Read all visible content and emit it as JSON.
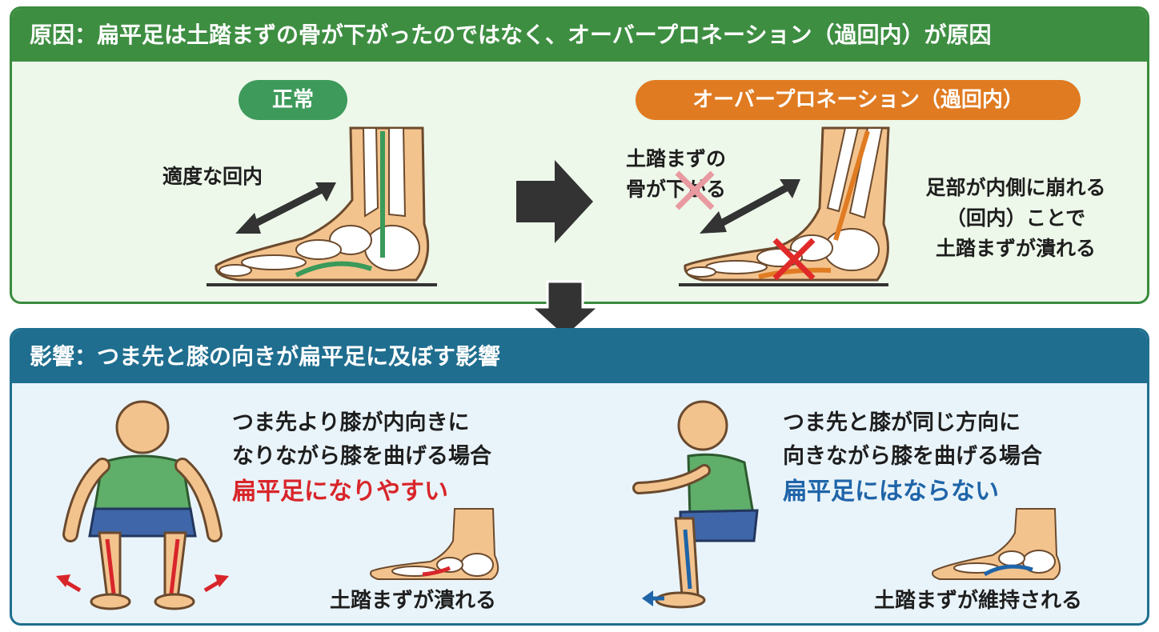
{
  "cause": {
    "header": "原因：扁平足は土踏まずの骨が下がったのではなく、オーバープロネーション（過回内）が原因",
    "normal": {
      "pill": "正常",
      "label": "適度な回内"
    },
    "over": {
      "pill": "オーバープロネーション（過回内）",
      "label_lines": [
        "土踏まずの",
        "骨が下がる"
      ],
      "side_lines": [
        "足部が内側に崩れる",
        "（回内）ことで",
        "土踏まずが潰れる"
      ]
    }
  },
  "effect": {
    "header": "影響：つま先と膝の向きが扁平足に及ぼす影響",
    "left": {
      "desc_lines": [
        "つま先より膝が内向きに",
        "なりながら膝を曲げる場合"
      ],
      "result": "扁平足になりやすい",
      "foot_label": "土踏まずが潰れる"
    },
    "right": {
      "desc_lines": [
        "つま先と膝が同じ方向に",
        "向きながら膝を曲げる場合"
      ],
      "result": "扁平足にはならない",
      "foot_label": "土踏まずが維持される"
    }
  },
  "colors": {
    "cause_accent": "#3e8e42",
    "effect_accent": "#1f6e8f",
    "over_pill": "#e07b22",
    "warn_red": "#d8252a",
    "ok_blue": "#1f64a8"
  },
  "icons": [
    "bidirectional-arrow-icon",
    "right-arrow-icon",
    "down-arrow-icon",
    "cross-mark-icon",
    "foot-skeleton-icon",
    "person-squat-icon"
  ]
}
